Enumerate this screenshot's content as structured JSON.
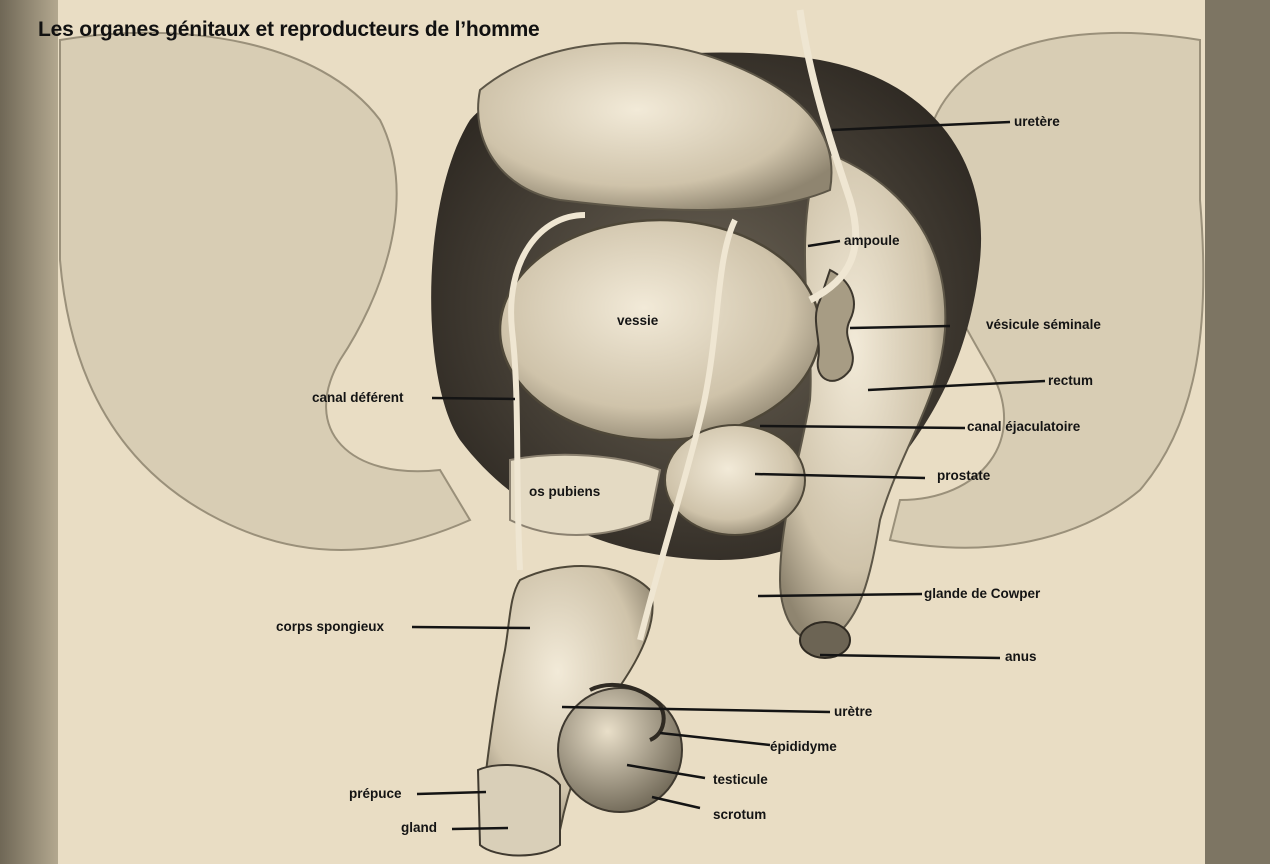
{
  "title": "Les organes génitaux et reproducteurs de l’homme",
  "labels": {
    "uretere": "uretère",
    "ampoule": "ampoule",
    "vessie": "vessie",
    "vesicule_seminale": "vésicule séminale",
    "rectum": "rectum",
    "canal_deferent": "canal déférent",
    "canal_ejaculatoire": "canal éjaculatoire",
    "prostate": "prostate",
    "os_pubiens": "os pubiens",
    "glande_de_cowper": "glande de Cowper",
    "corps_spongieux": "corps spongieux",
    "anus": "anus",
    "uretre": "urètre",
    "epididyme": "épididyme",
    "testicule": "testicule",
    "prepuce": "prépuce",
    "scrotum": "scrotum",
    "gland": "gland"
  },
  "colors": {
    "paper": "#e9ddc4",
    "shadow": "#2a2520",
    "ink": "#141414"
  }
}
